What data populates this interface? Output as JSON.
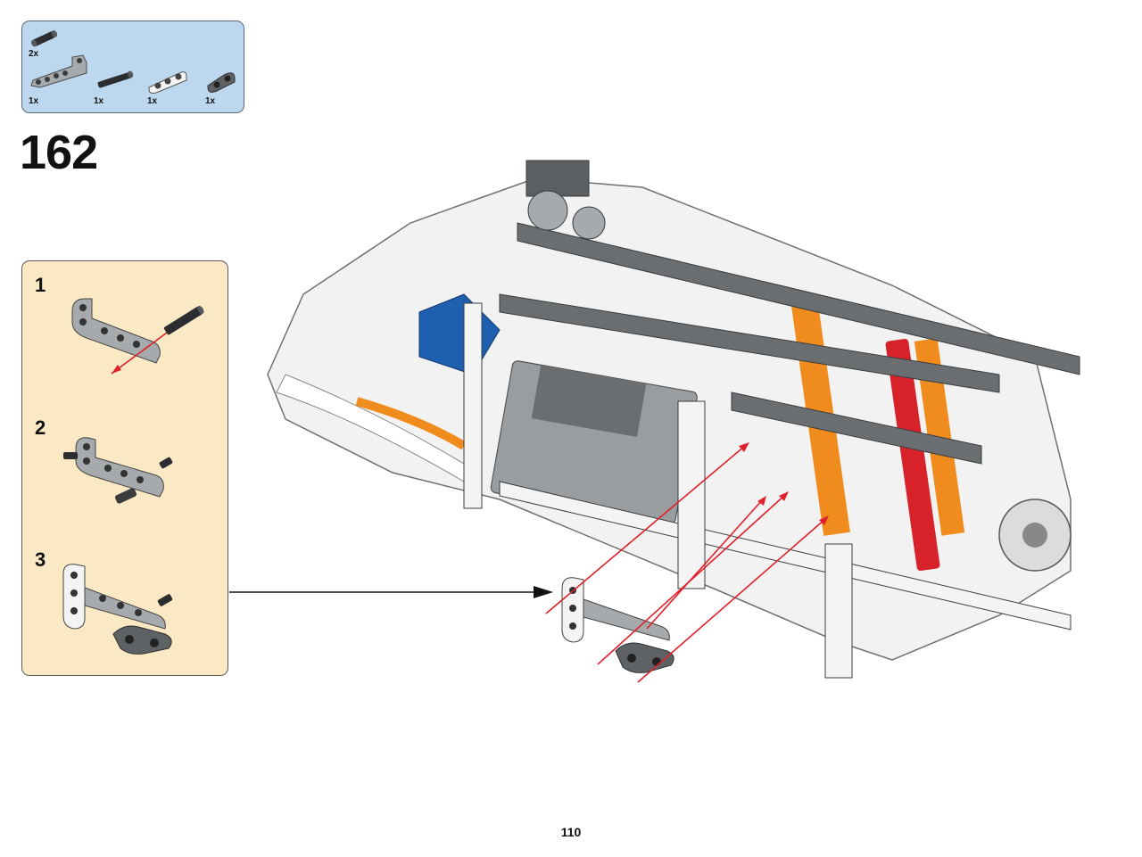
{
  "parts_list": [
    {
      "icon": "axle-pin-icon",
      "qty": "2x"
    },
    {
      "icon": "l-beam-gray-icon",
      "qty": "1x"
    },
    {
      "icon": "axle-black-icon",
      "qty": "1x"
    },
    {
      "icon": "beam-white-icon",
      "qty": "1x"
    },
    {
      "icon": "beam-dark-gray-icon",
      "qty": "1x"
    }
  ],
  "step_number": "162",
  "substeps": [
    {
      "number": "1"
    },
    {
      "number": "2"
    },
    {
      "number": "3"
    }
  ],
  "page_number": "110",
  "colors": {
    "parts_box_bg": "#bdd7ef",
    "substep_box_bg": "#fbe9c6",
    "arrow_red": "#e0202a",
    "beam_gray": "#8a8d90",
    "beam_dark": "#5c5f62",
    "accent_orange": "#f08c1e",
    "accent_blue": "#1f5fb0",
    "accent_red": "#d8222a"
  }
}
